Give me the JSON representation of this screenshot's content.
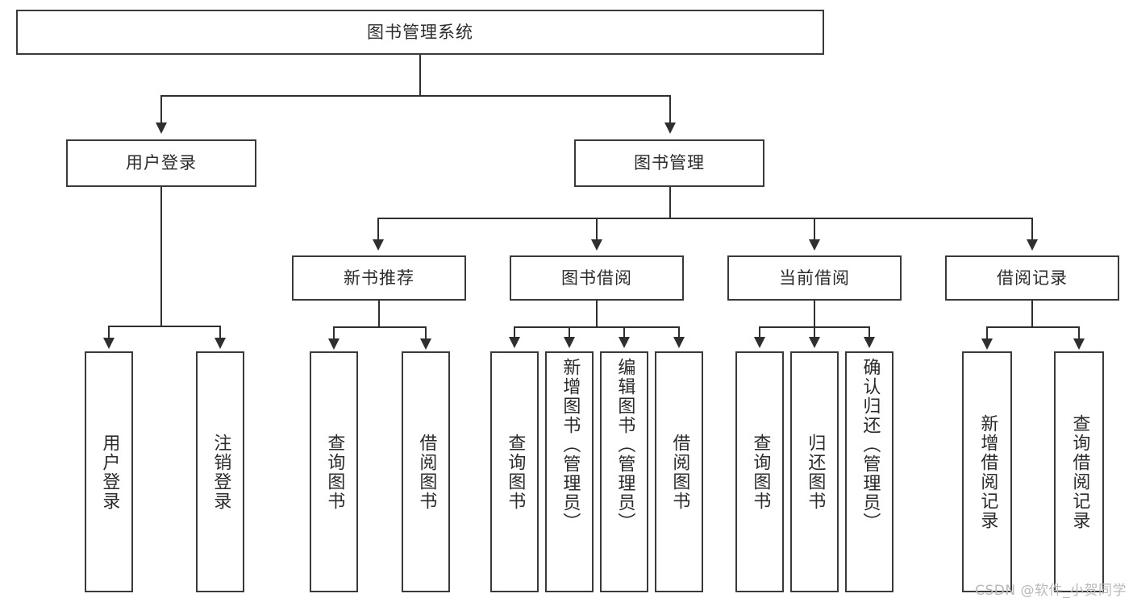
{
  "diagram": {
    "title": "图书管理系统",
    "root": {
      "label": "图书管理系统"
    },
    "level2": [
      {
        "label": "用户登录"
      },
      {
        "label": "图书管理"
      }
    ],
    "level3": [
      {
        "label": "新书推荐"
      },
      {
        "label": "图书借阅"
      },
      {
        "label": "当前借阅"
      },
      {
        "label": "借阅记录"
      }
    ],
    "leaves": {
      "user_login": [
        {
          "label": "用户登录"
        },
        {
          "label": "注销登录"
        }
      ],
      "new_book_recommend": [
        {
          "label": "查询图书"
        },
        {
          "label": "借阅图书"
        }
      ],
      "book_borrow": [
        {
          "label": "查询图书"
        },
        {
          "label": "新增图书（管理员）"
        },
        {
          "label": "编辑图书（管理员）"
        },
        {
          "label": "借阅图书"
        }
      ],
      "current_borrow": [
        {
          "label": "查询图书"
        },
        {
          "label": "归还图书"
        },
        {
          "label": "确认归还（管理员）"
        }
      ],
      "borrow_record": [
        {
          "label": "新增借阅记录"
        },
        {
          "label": "查询借阅记录"
        }
      ]
    }
  },
  "watermark": {
    "text": "CSDN @软件_小贺同学"
  },
  "colors": {
    "border": "#3a3a3a",
    "connector": "#2f2f2f",
    "text": "#2b2b2b",
    "background": "#ffffff",
    "watermark": "#b9b9b9"
  }
}
